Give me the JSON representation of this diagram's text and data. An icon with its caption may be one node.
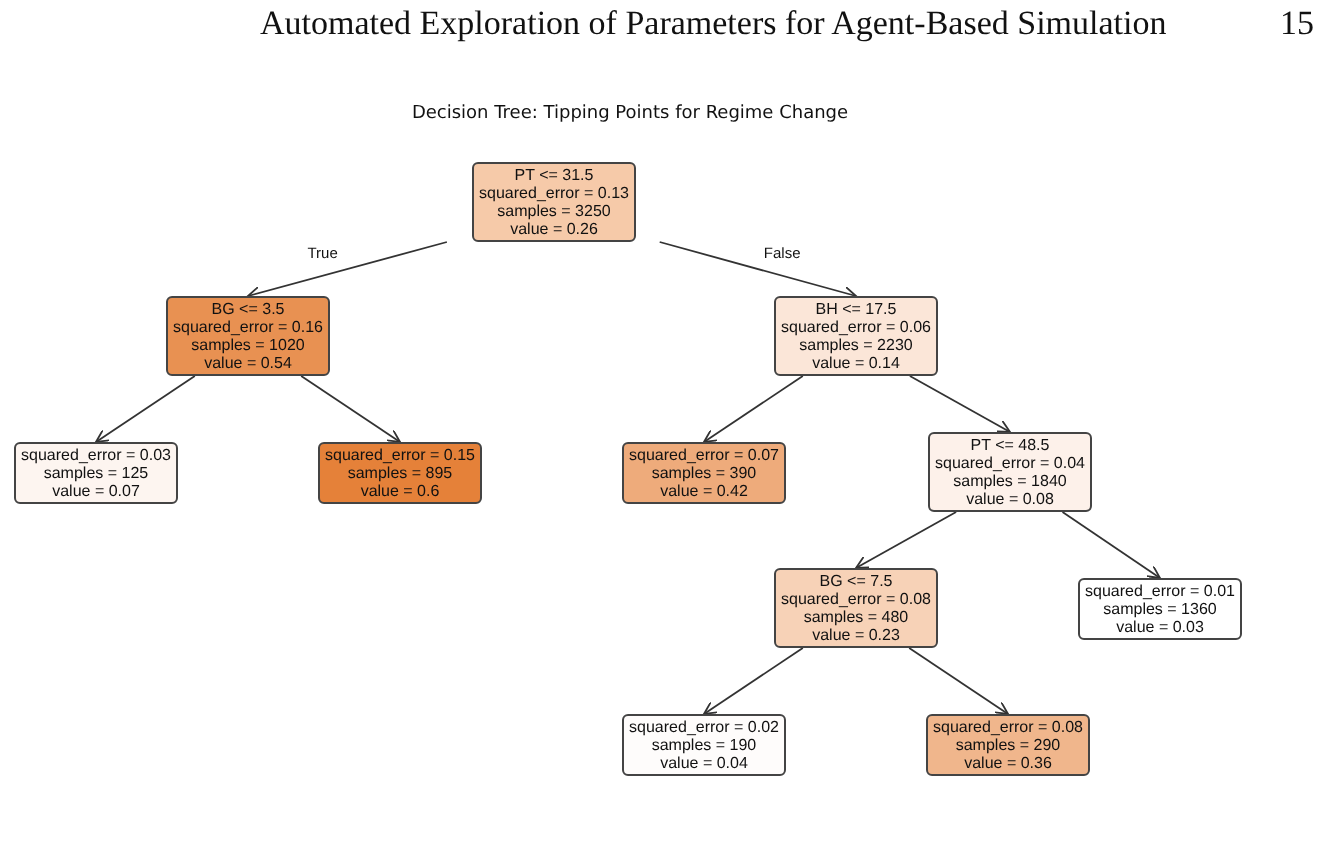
{
  "diagram": {
    "title": "Decision Tree: Tipping Points for Regime Change",
    "nodes": [
      {
        "text": [
          "PT <= 31.5",
          "squared_error = 0.13",
          "samples = 3250",
          "value = 0.26"
        ]
      },
      {
        "text": [
          "BG <= 3.5",
          "squared_error = 0.16",
          "samples = 1020",
          "value = 0.54"
        ]
      },
      {
        "text": [
          "BH <= 17.5",
          "squared_error = 0.06",
          "samples = 2230",
          "value = 0.14"
        ]
      },
      {
        "text": [
          "squared_error = 0.03",
          "samples = 125",
          "value = 0.07"
        ]
      },
      {
        "text": [
          "squared_error = 0.15",
          "samples = 895",
          "value = 0.6"
        ]
      },
      {
        "text": [
          "squared_error = 0.07",
          "samples = 390",
          "value = 0.42"
        ]
      },
      {
        "text": [
          "PT <= 48.5",
          "squared_error = 0.04",
          "samples = 1840",
          "value = 0.08"
        ]
      },
      {
        "text": [
          "BG <= 7.5",
          "squared_error = 0.08",
          "samples = 480",
          "value = 0.23"
        ]
      },
      {
        "text": [
          "squared_error = 0.01",
          "samples = 1360",
          "value = 0.03"
        ]
      },
      {
        "text": [
          "squared_error = 0.02",
          "samples = 190",
          "value = 0.04"
        ]
      },
      {
        "text": [
          "squared_error = 0.08",
          "samples = 290",
          "value = 0.36"
        ]
      }
    ],
    "edges": [
      {
        "from": 0,
        "to": 1,
        "arrow": "to",
        "label": "True"
      },
      {
        "from": 0,
        "to": 2,
        "arrow": "to",
        "label": "False"
      },
      {
        "from": 1,
        "to": 3,
        "arrow": "to"
      },
      {
        "from": 1,
        "to": 4,
        "arrow": "to"
      },
      {
        "from": 2,
        "to": 5,
        "arrow": "to"
      },
      {
        "from": 2,
        "to": 6,
        "arrow": "to"
      },
      {
        "from": 6,
        "to": 7,
        "arrow": "to"
      },
      {
        "from": 6,
        "to": 8,
        "arrow": "to"
      },
      {
        "from": 7,
        "to": 9,
        "arrow": "to"
      },
      {
        "from": 7,
        "to": 10,
        "arrow": "to"
      }
    ],
    "labels": [
      "Automated Exploration of Parameters for Agent-Based Simulation",
      "15"
    ]
  }
}
